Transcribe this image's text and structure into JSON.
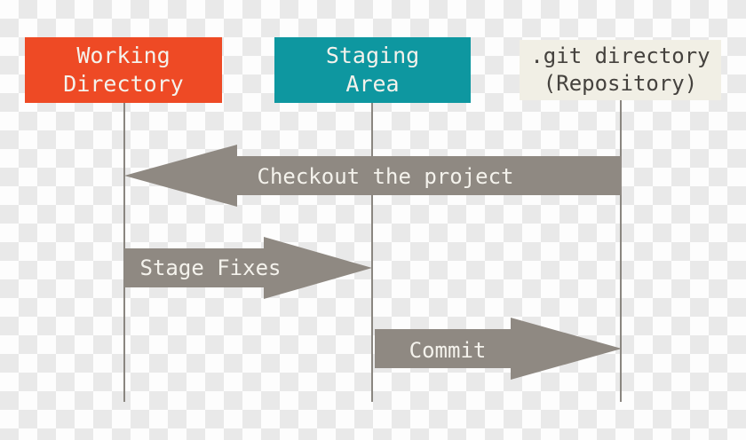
{
  "diagram": {
    "columns": [
      {
        "name": "Working Directory",
        "line1": "Working",
        "line2": "Directory"
      },
      {
        "name": "Staging Area",
        "line1": "Staging",
        "line2": "Area"
      },
      {
        "name": ".git directory (Repository)",
        "line1": ".git directory",
        "line2": "(Repository)"
      }
    ],
    "arrows": [
      {
        "label": "Checkout the project",
        "from": ".git directory (Repository)",
        "to": "Working Directory",
        "direction": "left"
      },
      {
        "label": "Stage Fixes",
        "from": "Working Directory",
        "to": "Staging Area",
        "direction": "right"
      },
      {
        "label": "Commit",
        "from": "Staging Area",
        "to": ".git directory (Repository)",
        "direction": "right"
      }
    ]
  },
  "colors": {
    "checker_dark": "#e9e9e9",
    "checker_light": "#fdfdfd",
    "working_bg": "#ee4a25",
    "working_text": "#f4f2ec",
    "staging_bg": "#0e97a0",
    "staging_text": "#f4f2ec",
    "repo_bg": "#f1efe5",
    "repo_text": "#45423e",
    "arrow_fill": "#8f8982",
    "arrow_text": "#f4f2ec",
    "lifeline": "#8a8680"
  }
}
